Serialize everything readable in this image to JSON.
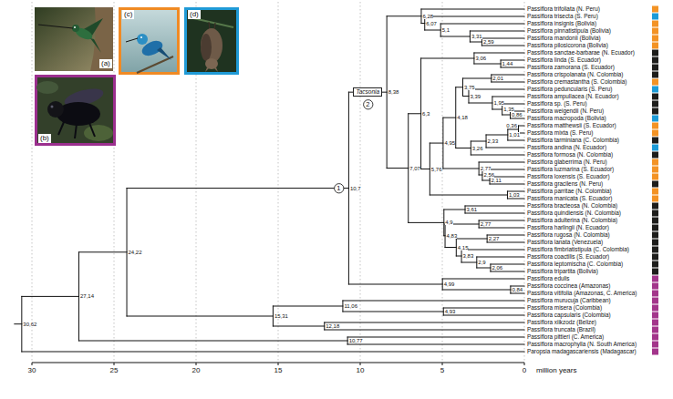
{
  "diagram": {
    "nodes": [
      {
        "text": [
          "1"
        ]
      },
      {
        "text": [
          "Tacsonia"
        ]
      },
      {
        "text": [
          "2"
        ]
      }
    ],
    "labels": [
      "(a)",
      "(b)",
      "(c)",
      "(d)",
      "Passiflora trifoliata (N. Peru)",
      "Passiflora trisecta (S. Peru)",
      "Passiflora insignis (Bolivia)",
      "Passiflora pinnatistipula (Bolivia)",
      "Passiflora mandonii (Bolivia)",
      "Passiflora pilosicorona (Bolivia)",
      "Passiflora sanctae-barbarae (N. Ecuador)",
      "Passiflora linda (S. Ecuador)",
      "Passiflora zamorana (S. Ecuador)",
      "Passiflora crispolanata (N. Colombia)",
      "Passiflora cremastantha (S. Colombia)",
      "Passiflora peduncularis (S. Peru)",
      "Passiflora ampullacea (N. Ecuador)",
      "Passiflora sp. (S. Peru)",
      "Passiflora weigendii (N. Peru)",
      "Passiflora macropoda (Bolivia)",
      "Passiflora matthewsii (S. Ecuador)",
      "Passiflora mixta (S. Peru)",
      "Passiflora tarminiana (C. Colombia)",
      "Passiflora andina (N. Ecuador)",
      "Passiflora formosa (N. Colombia)",
      "Passiflora glaberrima (N. Peru)",
      "Passiflora luzmarina (S. Ecuador)",
      "Passiflora loxensis (S. Ecuador)",
      "Passiflora gracilens (N. Peru)",
      "Passiflora parritae (N. Colombia)",
      "Passiflora manicata (S. Ecuador)",
      "Passiflora bracteosa (N. Colombia)",
      "Passiflora quindiensis (N. Colombia)",
      "Passiflora adulterina (N. Colombia)",
      "Passiflora harlingii (N. Ecuador)",
      "Passiflora rugosa (N. Colombia)",
      "Passiflora lanata (Venezuela)",
      "Passiflora fimbriatistipula (C. Colombia)",
      "Passiflora coactilis (S. Ecuador)",
      "Passiflora leptomischa (C. Colombia)",
      "Passiflora tripartita (Bolivia)",
      "Passiflora edulis",
      "Passiflora coccinea (Amazonas)",
      "Passiflora vitifolia (Amazonas, C. America)",
      "Passiflora murucuja (Caribbean)",
      "Passiflora misera (Colombia)",
      "Passiflora capsularis (Colombia)",
      "Passiflora xiikzodz (Belize)",
      "Passiflora truncata (Brazil)",
      "Passiflora pittieri (C. America)",
      "Passiflora macrophylla (N. South America)",
      "Paropsia madagascariensis (Madagascar)",
      "30,62",
      "27,14",
      "24,22",
      "10,7",
      "8,38",
      "6,28",
      "6,07",
      "5,1",
      "3,31",
      "2,59",
      "7,07",
      "6,3",
      "3,06",
      "1,44",
      "5,76",
      "4,95",
      "4,18",
      "3,75",
      "2,01",
      "3,39",
      "1,95",
      "1,35",
      "0,86",
      "3,26",
      "2,33",
      "1,01",
      "0,36",
      "2,77",
      "2,56",
      "2,11",
      "1,03",
      "4,9",
      "3,61",
      "4,83",
      "2,77",
      "4,15",
      "2,27",
      "3,83",
      "2,9",
      "2,06",
      "4,99",
      "0,84",
      "15,31",
      "11,06",
      "4,93",
      "12,18",
      "10,77",
      "30",
      "25",
      "20",
      "15",
      "10",
      "5",
      "0",
      "million years"
    ]
  }
}
